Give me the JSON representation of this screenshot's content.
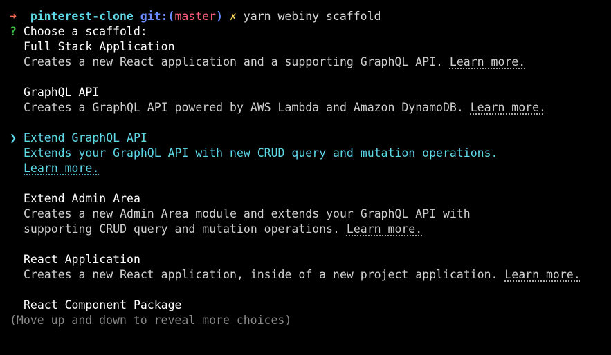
{
  "prompt": {
    "arrow": "➜",
    "directory": "pinterest-clone",
    "git_label": "git:(",
    "branch": "master",
    "git_close": ")",
    "dirty_mark": "✗",
    "command": "yarn webiny scaffold"
  },
  "question": {
    "mark": "?",
    "text": "Choose a scaffold:"
  },
  "pointer": "❯",
  "learn_more": "Learn more.",
  "options": [
    {
      "title": "Full Stack Application",
      "desc": "Creates a new React application and a supporting GraphQL API."
    },
    {
      "title": "GraphQL API",
      "desc": "Creates a GraphQL API powered by AWS Lambda and Amazon DynamoDB."
    },
    {
      "title": "Extend GraphQL API",
      "desc": "Extends your GraphQL API with new CRUD query and mutation operations.",
      "selected": true
    },
    {
      "title": "Extend Admin Area",
      "desc_line1": "Creates a new Admin Area module and extends your GraphQL API with",
      "desc_line2": "supporting CRUD query and mutation operations."
    },
    {
      "title": "React Application",
      "desc": "Creates a new React application, inside of a new project application."
    },
    {
      "title": "React Component Package"
    }
  ],
  "hint": "(Move up and down to reveal more choices)",
  "colors": {
    "background": "#000000",
    "selected": "#5ed9e8",
    "branch": "#ff5c7a",
    "prompt_arrow": "#ff6b55",
    "question_mark": "#3ec24a"
  }
}
